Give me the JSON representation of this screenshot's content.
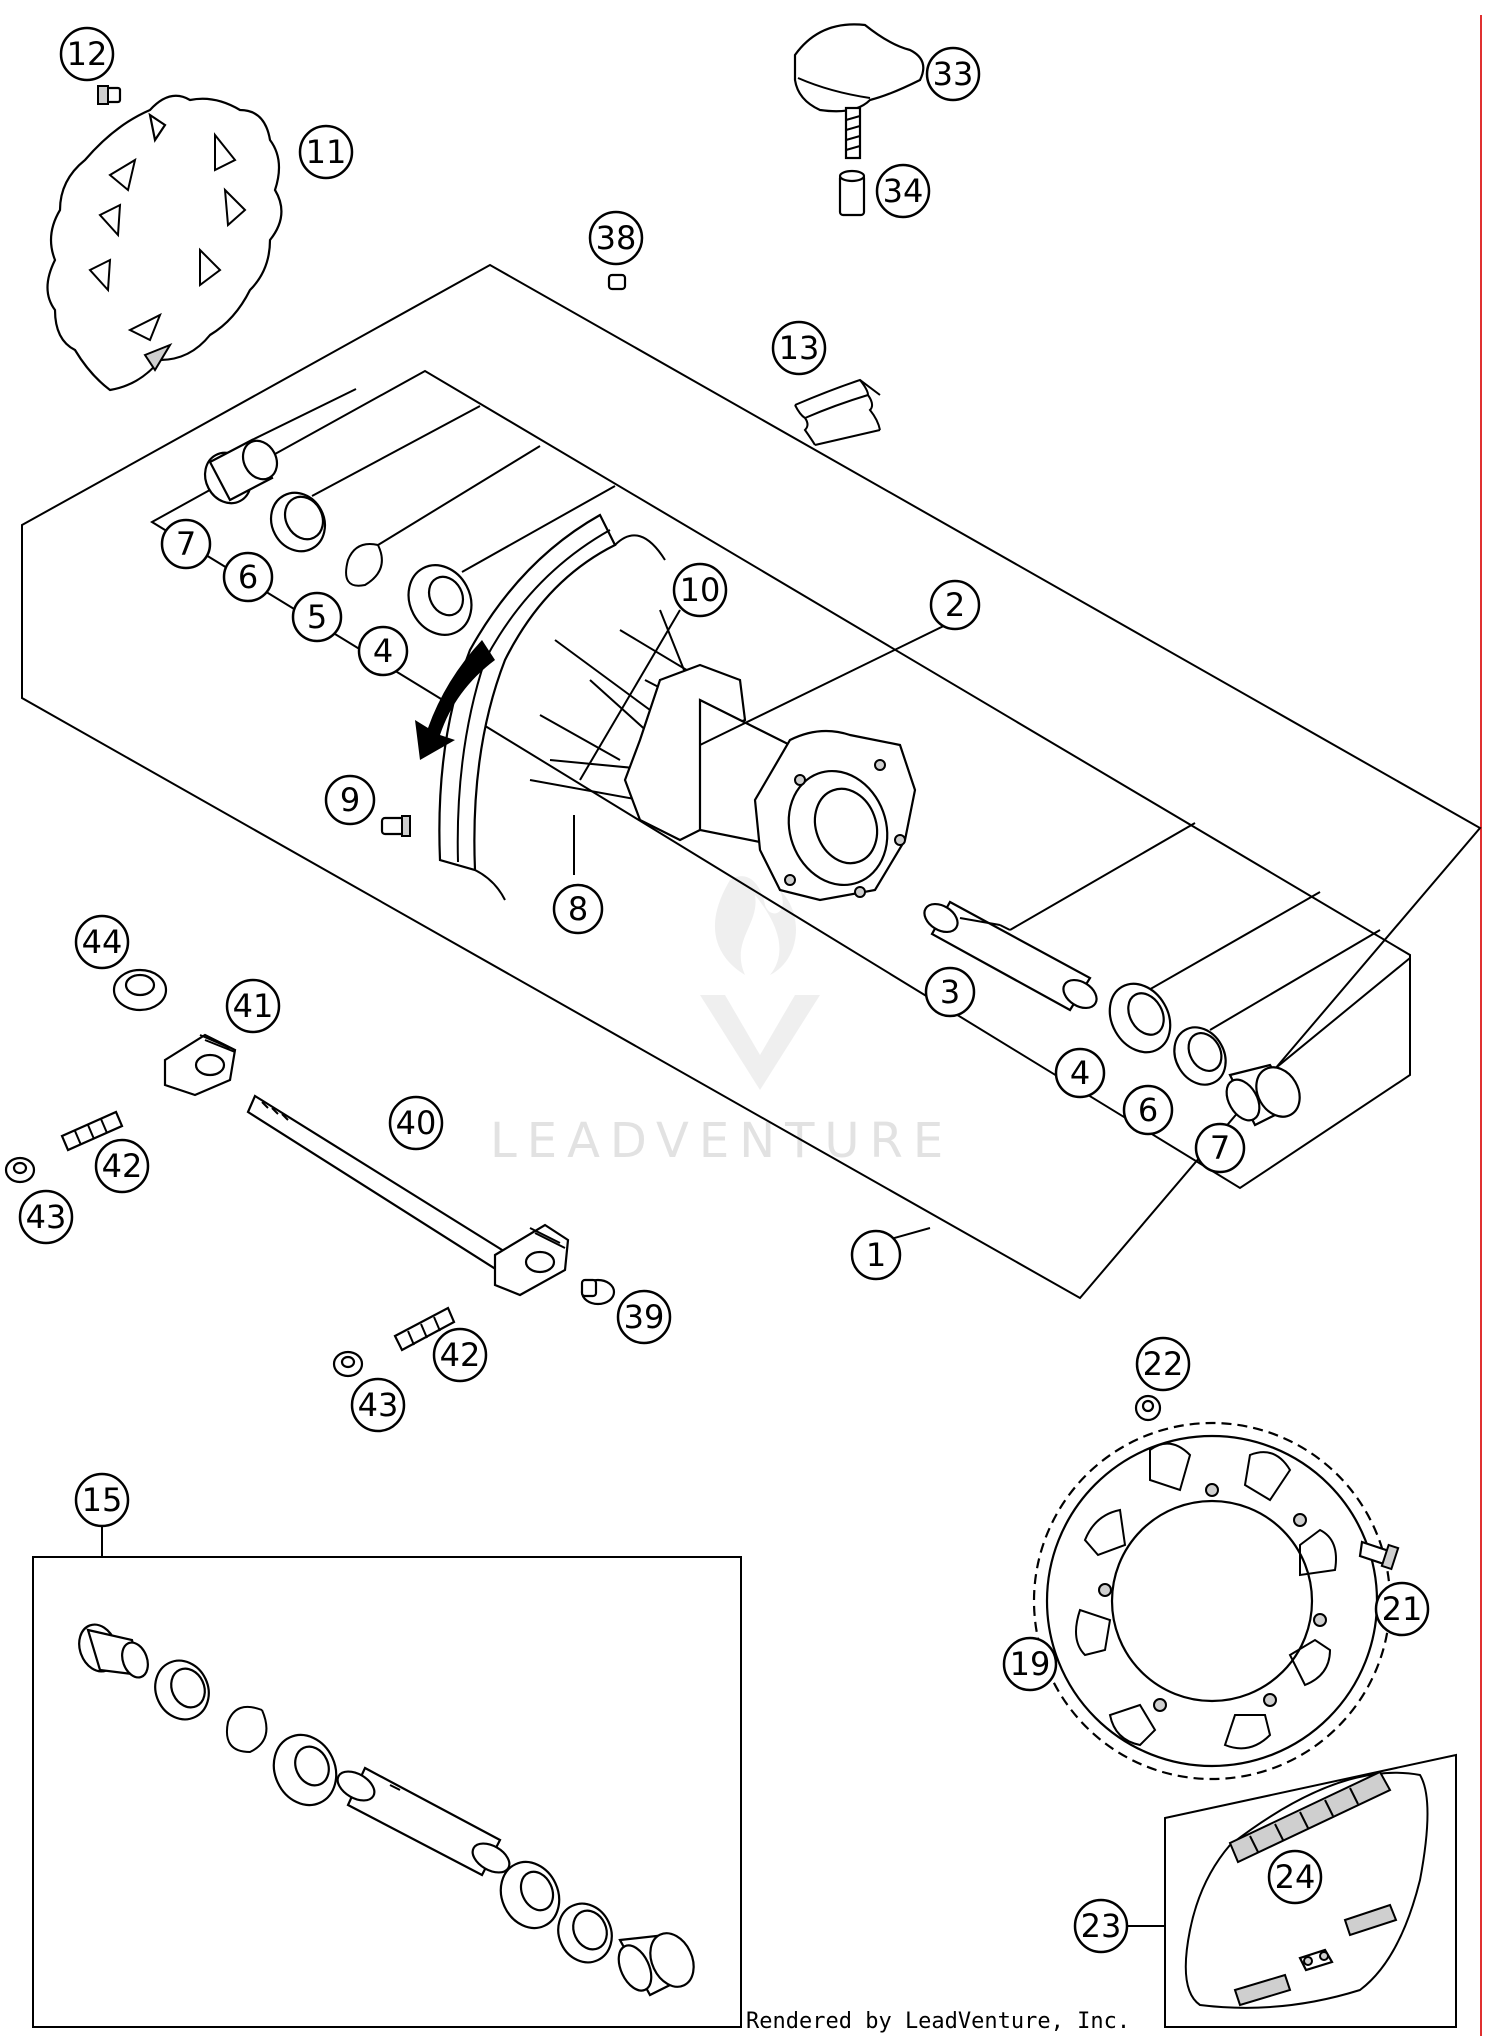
{
  "diagram": {
    "callouts": {
      "c1": "1",
      "c2": "2",
      "c3": "3",
      "c4a": "4",
      "c4b": "4",
      "c5": "5",
      "c6a": "6",
      "c6b": "6",
      "c7a": "7",
      "c7b": "7",
      "c8": "8",
      "c9": "9",
      "c10": "10",
      "c11": "11",
      "c12": "12",
      "c13": "13",
      "c15": "15",
      "c19": "19",
      "c21": "21",
      "c22": "22",
      "c23": "23",
      "c24": "24",
      "c33": "33",
      "c34": "34",
      "c38": "38",
      "c39": "39",
      "c40": "40",
      "c41": "41",
      "c42a": "42",
      "c42b": "42",
      "c43a": "43",
      "c43b": "43",
      "c44": "44"
    },
    "watermark": "LEADVENTURE",
    "footer": "Rendered by LeadVenture, Inc.",
    "colors": {
      "margin_line": "#e03030",
      "ink": "#000000",
      "watermark": "#e2e2e2"
    }
  }
}
